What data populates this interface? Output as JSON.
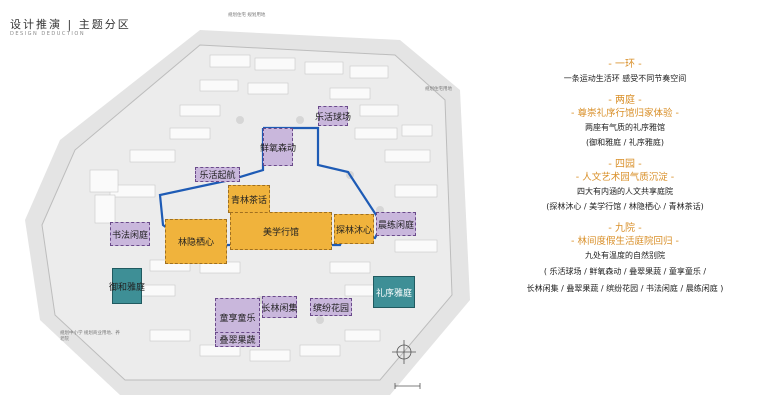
{
  "header": {
    "title": "设计推演 | 主题分区",
    "subtitle": "DESIGN DEDUCTION"
  },
  "map_zones": [
    {
      "id": "lehuo-qiuchang",
      "label": "乐活球场",
      "kind": "purple"
    },
    {
      "id": "xianyang-senlin",
      "label": "鲜氧森动",
      "kind": "purple"
    },
    {
      "id": "lehuo-qihang",
      "label": "乐活起航",
      "kind": "purple"
    },
    {
      "id": "qinglin-chahua",
      "label": "青林茶话",
      "kind": "orange"
    },
    {
      "id": "shufa-xianting",
      "label": "书法闲庭",
      "kind": "purple"
    },
    {
      "id": "linyin-qixin",
      "label": "林隐栖心",
      "kind": "orange"
    },
    {
      "id": "meixue-xingguan",
      "label": "美学行馆",
      "kind": "orange"
    },
    {
      "id": "tanlin-muxin",
      "label": "探林沐心",
      "kind": "orange"
    },
    {
      "id": "chenlian-xianting",
      "label": "晨练闲庭",
      "kind": "purple"
    },
    {
      "id": "yuhe-yating",
      "label": "御和雅庭",
      "kind": "teal"
    },
    {
      "id": "lixu-yating",
      "label": "礼序雅庭",
      "kind": "teal"
    },
    {
      "id": "changlin-xianji",
      "label": "长林闲集",
      "kind": "purple"
    },
    {
      "id": "bingfen-huayuan",
      "label": "缤纷花园",
      "kind": "purple"
    },
    {
      "id": "tongxiang-tongle",
      "label": "童享童乐",
      "kind": "purple"
    },
    {
      "id": "diecui-guoshu",
      "label": "叠翠果蔬",
      "kind": "purple"
    }
  ],
  "map_notes": {
    "top": "规划住宅\n规划用地",
    "top_right": "规划住宅用地",
    "bottom_left": "规划中小学\n规划商业用地、养老院"
  },
  "legend": {
    "ring": {
      "title": "- 一环 -",
      "text": "一条运动生活环  感受不同节奏空间"
    },
    "courts": {
      "title": "- 两庭 -",
      "subtitle": "- 尊崇礼序行馆归家体验 -",
      "text1": "两座有气质的礼序雅馆",
      "text2": "(御和雅庭 / 礼序雅庭)"
    },
    "gardens": {
      "title": "- 四园 -",
      "subtitle": "- 人文艺术园气质沉淀 -",
      "text1": "四大有内涵的人文共享庭院",
      "text2": "(探林沐心 / 美学行馆 / 林隐栖心 / 青林茶话)"
    },
    "yards": {
      "title": "- 九院 -",
      "subtitle": "- 林间度假生活庭院回归 -",
      "text1": "九处有温度的自然别院",
      "line1": "( 乐活球场 / 鲜氧森动 / 叠翠果蔬 / 童享童乐 /",
      "line2": "长林闲集 / 叠翠果蔬 / 缤纷花园 / 书法闲庭 / 晨练闲庭 )"
    }
  },
  "colors": {
    "accent_orange": "#f0b33c",
    "purple": "#c9b7dc",
    "teal": "#3e8f96",
    "route_blue": "#1e5bb5",
    "legend_text": "#d9902a"
  }
}
